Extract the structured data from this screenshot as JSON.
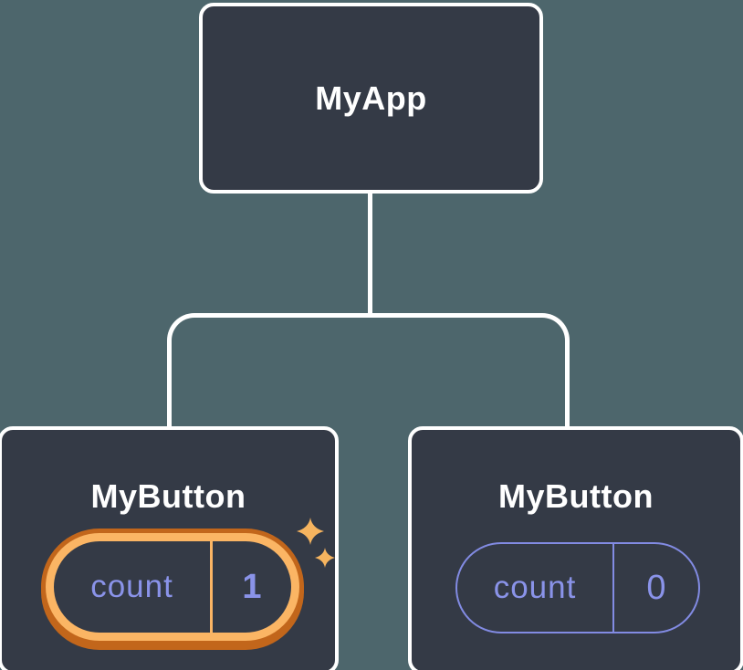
{
  "colors": {
    "background": "#4D666C",
    "node-fill": "#343A46",
    "node-border": "#FFFFFF",
    "connector": "#FFFFFF",
    "text-white": "#FFFFFF",
    "purple": "#828BE3",
    "purple-text": "#8A93E9",
    "gold-light": "#FBB564",
    "gold-dark": "#C2661B",
    "sparkle": "#F6B45F"
  },
  "tree": {
    "root": {
      "label": "MyApp"
    },
    "children": [
      {
        "label": "MyButton",
        "state": {
          "name": "count",
          "value": "1"
        },
        "highlighted": true,
        "icon": "sparkle-icon"
      },
      {
        "label": "MyButton",
        "state": {
          "name": "count",
          "value": "0"
        },
        "highlighted": false
      }
    ]
  }
}
